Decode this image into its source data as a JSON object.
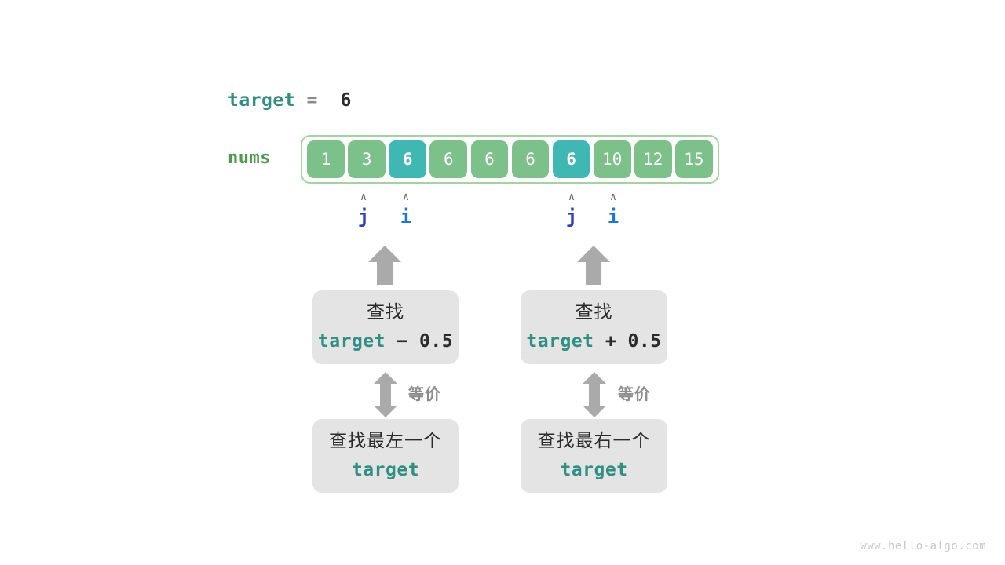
{
  "title": "Binary search boundary equivalence diagram",
  "target_line": {
    "var_name": "target",
    "equals": "=",
    "value": "6"
  },
  "array": {
    "label": "nums",
    "values": [
      "1",
      "3",
      "6",
      "6",
      "6",
      "6",
      "6",
      "10",
      "12",
      "15"
    ],
    "highlighted_indices": [
      2,
      6
    ],
    "cell_color": "#7cc08a",
    "highlight_color": "#3fb8b4",
    "border_color": "#a3d3a0"
  },
  "pointers": [
    {
      "name": "j",
      "caret": "∧",
      "index": 1,
      "color": "#2b3ec4"
    },
    {
      "name": "i",
      "caret": "∧",
      "index": 2,
      "color": "#1877dd"
    },
    {
      "name": "j",
      "caret": "∧",
      "index": 6,
      "color": "#2b3ec4"
    },
    {
      "name": "i",
      "caret": "∧",
      "index": 7,
      "color": "#1877dd"
    }
  ],
  "groups": [
    {
      "top_box": {
        "line1": "查找",
        "code_var": "target",
        "code_op": " − 0.5"
      },
      "equiv_label": "等价",
      "bottom_box": {
        "line1": "查找最左一个",
        "code_var": "target"
      }
    },
    {
      "top_box": {
        "line1": "查找",
        "code_var": "target",
        "code_op": " + 0.5"
      },
      "equiv_label": "等价",
      "bottom_box": {
        "line1": "查找最右一个",
        "code_var": "target"
      }
    }
  ],
  "colors": {
    "teal_code": "#2f8f83",
    "gray_arrow": "#aaaaaa",
    "box_gray": "#e4e4e4"
  },
  "watermark": "www.hello-algo.com"
}
